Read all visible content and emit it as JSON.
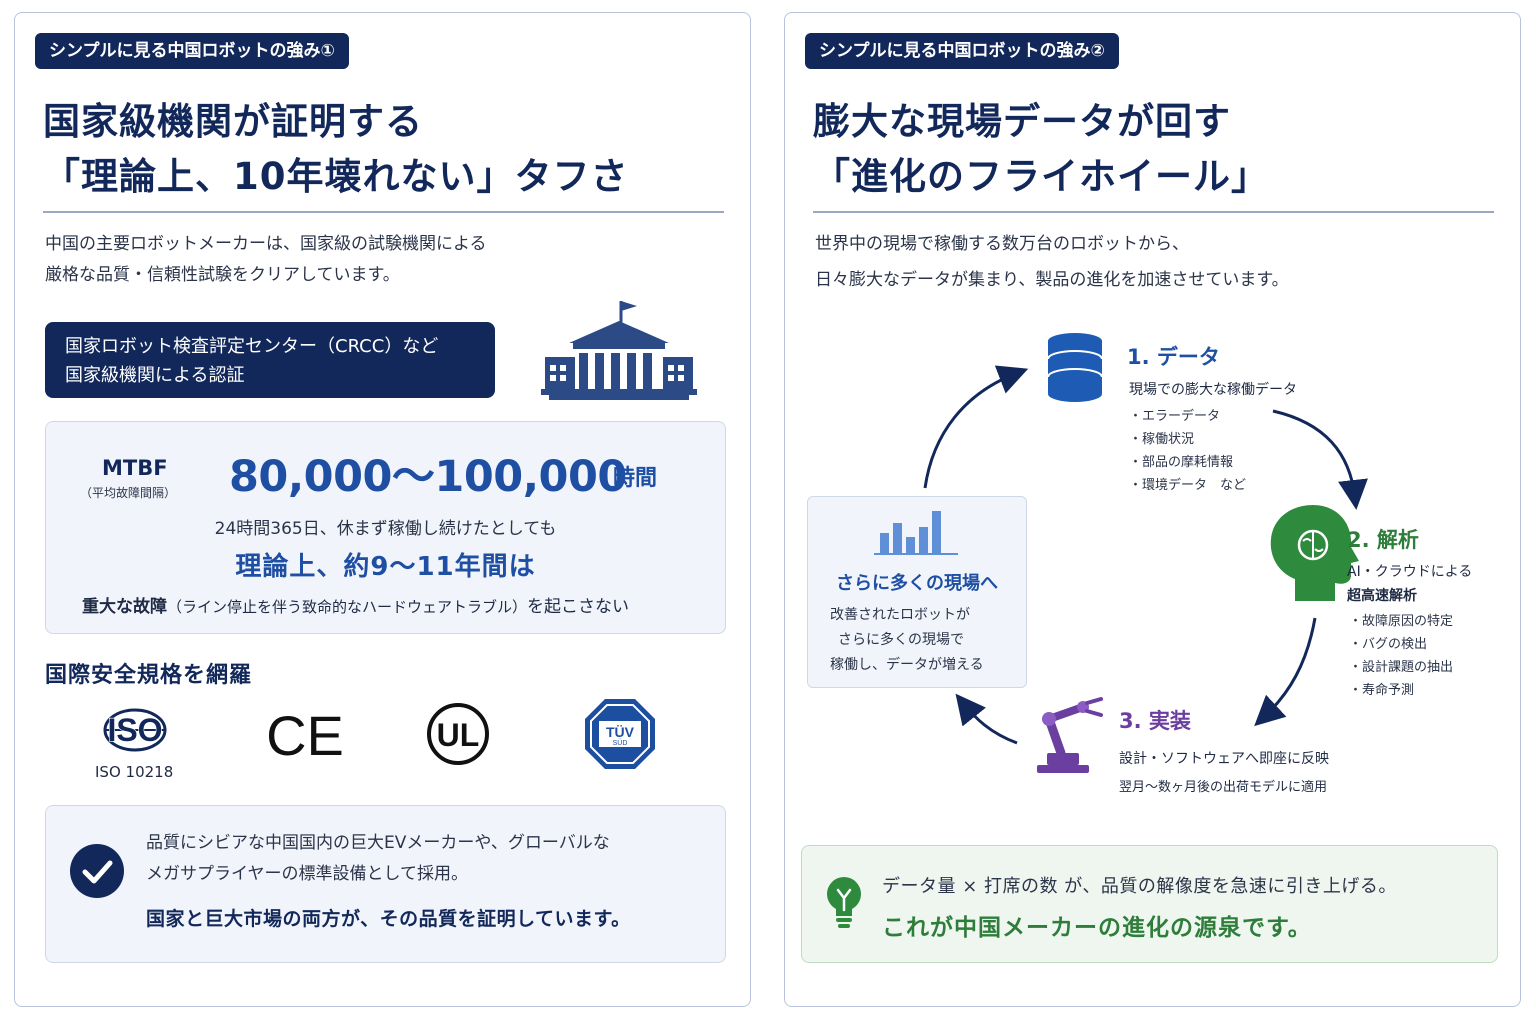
{
  "left": {
    "tag": "シンプルに見る中国ロボットの強み①",
    "title_line1": "国家級機関が証明する",
    "title_line2": "「理論上、10年壊れない」タフさ",
    "intro_line1": "中国の主要ロボットメーカーは、国家級の試験機関による",
    "intro_line2": "厳格な品質・信頼性試験をクリアしています。",
    "cert_line1": "国家ロボット検査評定センター（CRCC）など",
    "cert_line2": "国家級機関による認証",
    "mtbf": {
      "label": "MTBF",
      "sublabel": "（平均故障間隔）",
      "value": "80,000～100,000",
      "unit": "時間",
      "note": "24時間365日、休まず稼働し続けたとしても",
      "years": "理論上、約9～11年間は",
      "failure_strong": "重大な故障",
      "failure_detail": "（ライン停止を伴う致命的なハードウェアトラブル）",
      "failure_end": "を起こさない"
    },
    "standards": {
      "heading": "国際安全規格を網羅",
      "iso_text": "ISO",
      "iso_caption": "ISO 10218",
      "ce_text": "CE",
      "ul_text": "UL",
      "tuv_text": "TÜV",
      "tuv_sub": "SÜD"
    },
    "adoption": {
      "line1": "品質にシビアな中国国内の巨大EVメーカーや、グローバルな",
      "line2": "メガサプライヤーの標準設備として採用。",
      "strong": "国家と巨大市場の両方が、その品質を証明しています。"
    }
  },
  "right": {
    "tag": "シンプルに見る中国ロボットの強み②",
    "title_line1": "膨大な現場データが回す",
    "title_line2": "「進化のフライホイール」",
    "intro_line1": "世界中の現場で稼働する数万台のロボットから、",
    "intro_line2": "日々膨大なデータが集まり、製品の進化を加速させています。",
    "steps": [
      {
        "title": "1. データ",
        "desc": "現場での膨大な稼働データ",
        "items": [
          "エラーデータ",
          "稼働状況",
          "部品の摩耗情報",
          "環境データ　など"
        ],
        "icon": "database-icon"
      },
      {
        "title": "2. 解析",
        "desc_line1": "AI・クラウドによる",
        "desc_line2": "超高速解析",
        "items": [
          "故障原因の特定",
          "バグの検出",
          "設計課題の抽出",
          "寿命予測"
        ],
        "icon": "brain-head-icon"
      },
      {
        "title": "3. 実装",
        "desc_line1": "設計・ソフトウェアへ即座に反映",
        "desc_line2": "翌月～数ヶ月後の出荷モデルに適用",
        "icon": "robot-arm-icon"
      }
    ],
    "more": {
      "title": "さらに多くの現場へ",
      "line1": "改善されたロボットが",
      "line2": "さらに多くの現場で",
      "line3": "稼働し、データが増える",
      "icon": "bar-chart-icon"
    },
    "insight": {
      "line1": "データ量 × 打席の数 が、品質の解像度を急速に引き上げる。",
      "strong": "これが中国メーカーの進化の源泉です。",
      "icon": "lightbulb-icon"
    },
    "colors": {
      "navy": "#13285a",
      "blue": "#1e4fa3",
      "green": "#2e7d3b",
      "purple": "#6b3fa0"
    }
  }
}
